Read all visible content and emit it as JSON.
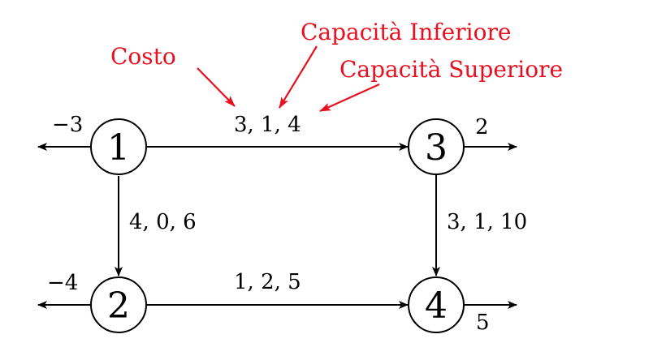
{
  "colors": {
    "ink": "#000000",
    "annotation": "#e8101e"
  },
  "annotations": {
    "cost": "Costo",
    "lower_capacity": "Capacità Inferiore",
    "upper_capacity": "Capacità Superiore"
  },
  "nodes": [
    {
      "id": "1",
      "supply": "−3"
    },
    {
      "id": "2",
      "supply": "−4"
    },
    {
      "id": "3",
      "supply": "2"
    },
    {
      "id": "4",
      "supply": "5"
    }
  ],
  "edges": [
    {
      "from": "1",
      "to": "3",
      "label": "3, 1, 4"
    },
    {
      "from": "1",
      "to": "2",
      "label": "4, 0, 6"
    },
    {
      "from": "3",
      "to": "4",
      "label": "3, 1, 10"
    },
    {
      "from": "2",
      "to": "4",
      "label": "1, 2, 5"
    }
  ]
}
